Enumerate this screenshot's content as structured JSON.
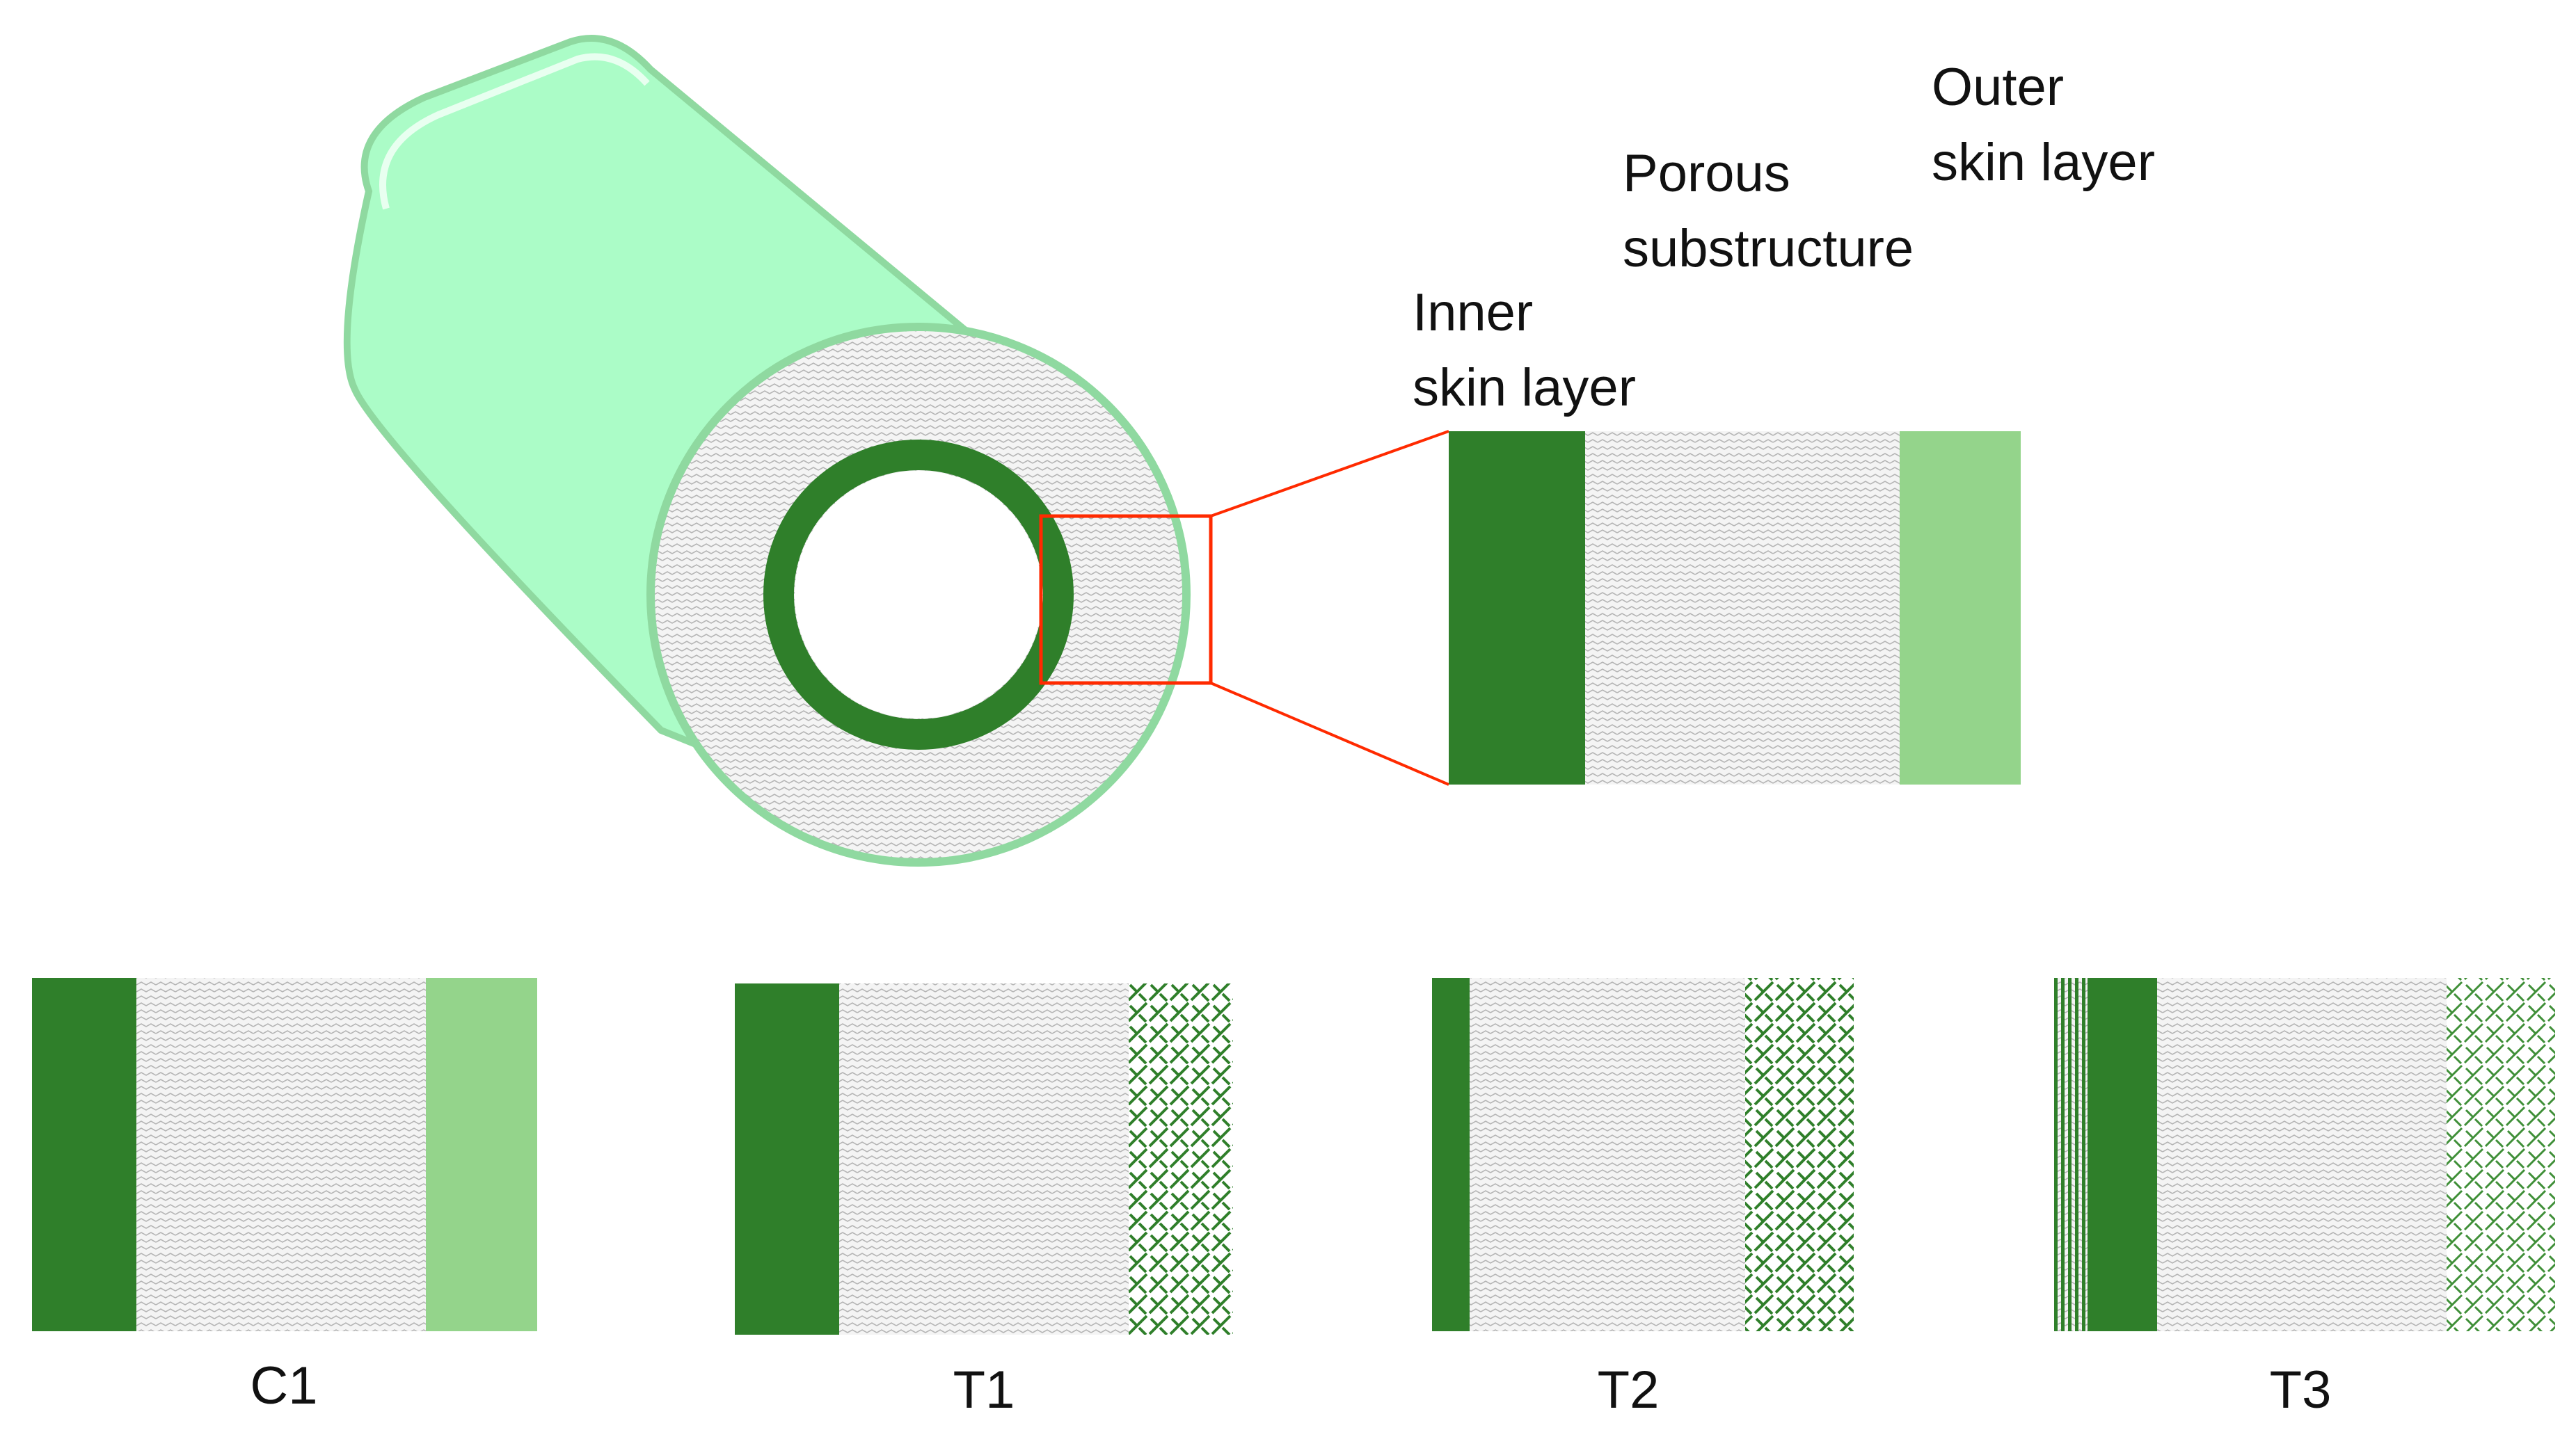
{
  "labels": {
    "outer": "Outer\nskin layer",
    "porous": "Porous\nsubstructure",
    "inner": "Inner\nskin layer"
  },
  "samples": [
    {
      "id": "C1"
    },
    {
      "id": "T1"
    },
    {
      "id": "T2"
    },
    {
      "id": "T3"
    }
  ],
  "colors": {
    "dark_green": "#2f7f2a",
    "light_green": "#94d48b",
    "mint_body": "#abfcc7",
    "mint_outline": "#8fd9a0",
    "zoom_box": "#ff2a00",
    "porous_bg": "#f4f4f4",
    "porous_line": "#b5b5b5"
  }
}
